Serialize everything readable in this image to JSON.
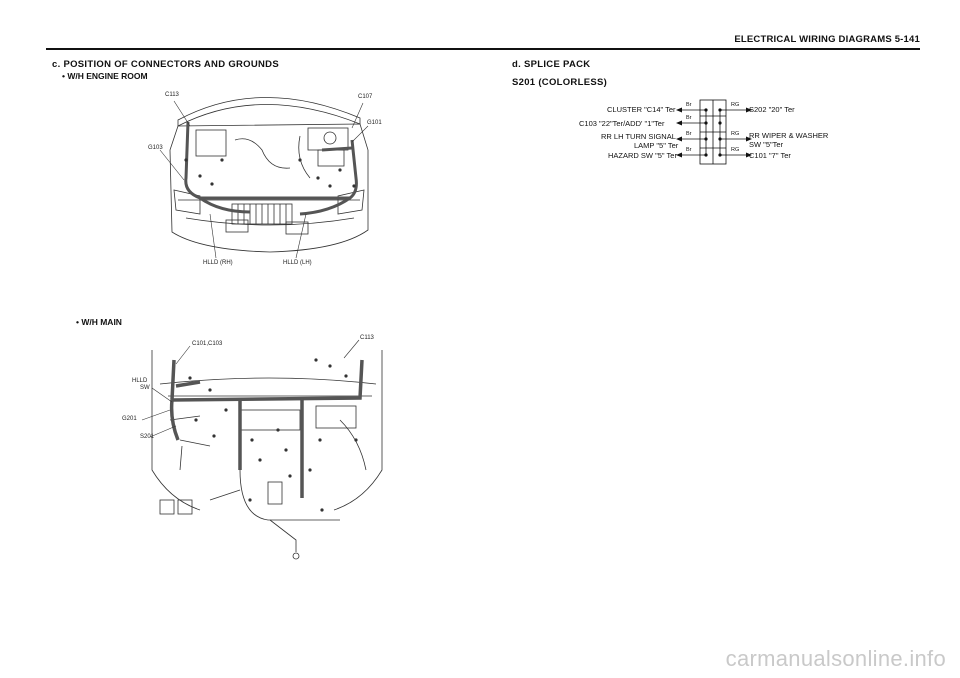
{
  "header": {
    "title": "ELECTRICAL WIRING DIAGRAMS  5-141"
  },
  "left": {
    "section_title": "c. POSITION OF CONNECTORS AND GROUNDS",
    "engine_room": {
      "bullet": "•  W/H ENGINE ROOM",
      "callouts": {
        "c113": "C113",
        "c107": "C107",
        "g101": "G101",
        "g103": "G103",
        "hlld_rh": "HLLD (RH)",
        "hlld_lh": "HLLD (LH)"
      }
    },
    "main": {
      "bullet": "•  W/H MAIN",
      "callouts": {
        "c101_c103": "C101,C103",
        "c113": "C113",
        "hlld": "HLLD",
        "sw": "SW",
        "g201": "G201",
        "s201": "S201"
      }
    }
  },
  "right": {
    "section_title": "d. SPLICE PACK",
    "subtitle": "S201 (COLORLESS)",
    "splice": {
      "left_labels": {
        "cluster": "CLUSTER \"C14\" Ter",
        "c103": "C103 \"22\"Ter/ADD' \"1\"Ter",
        "rr_lh_1": "RR LH TURN SIGNAL",
        "rr_lh_2": "LAMP \"5\" Ter",
        "hazard": "HAZARD SW \"5\" Ter"
      },
      "right_labels": {
        "s202": "S202 \"20\" Ter",
        "rr_wiper_1": "RR WIPER & WASHER",
        "rr_wiper_2": "SW \"5\"Ter",
        "c101": "C101 \"7\" Ter"
      },
      "wire_codes": {
        "br": "Br",
        "rg": "RG"
      }
    }
  },
  "watermark": "carmanualsonline.info"
}
